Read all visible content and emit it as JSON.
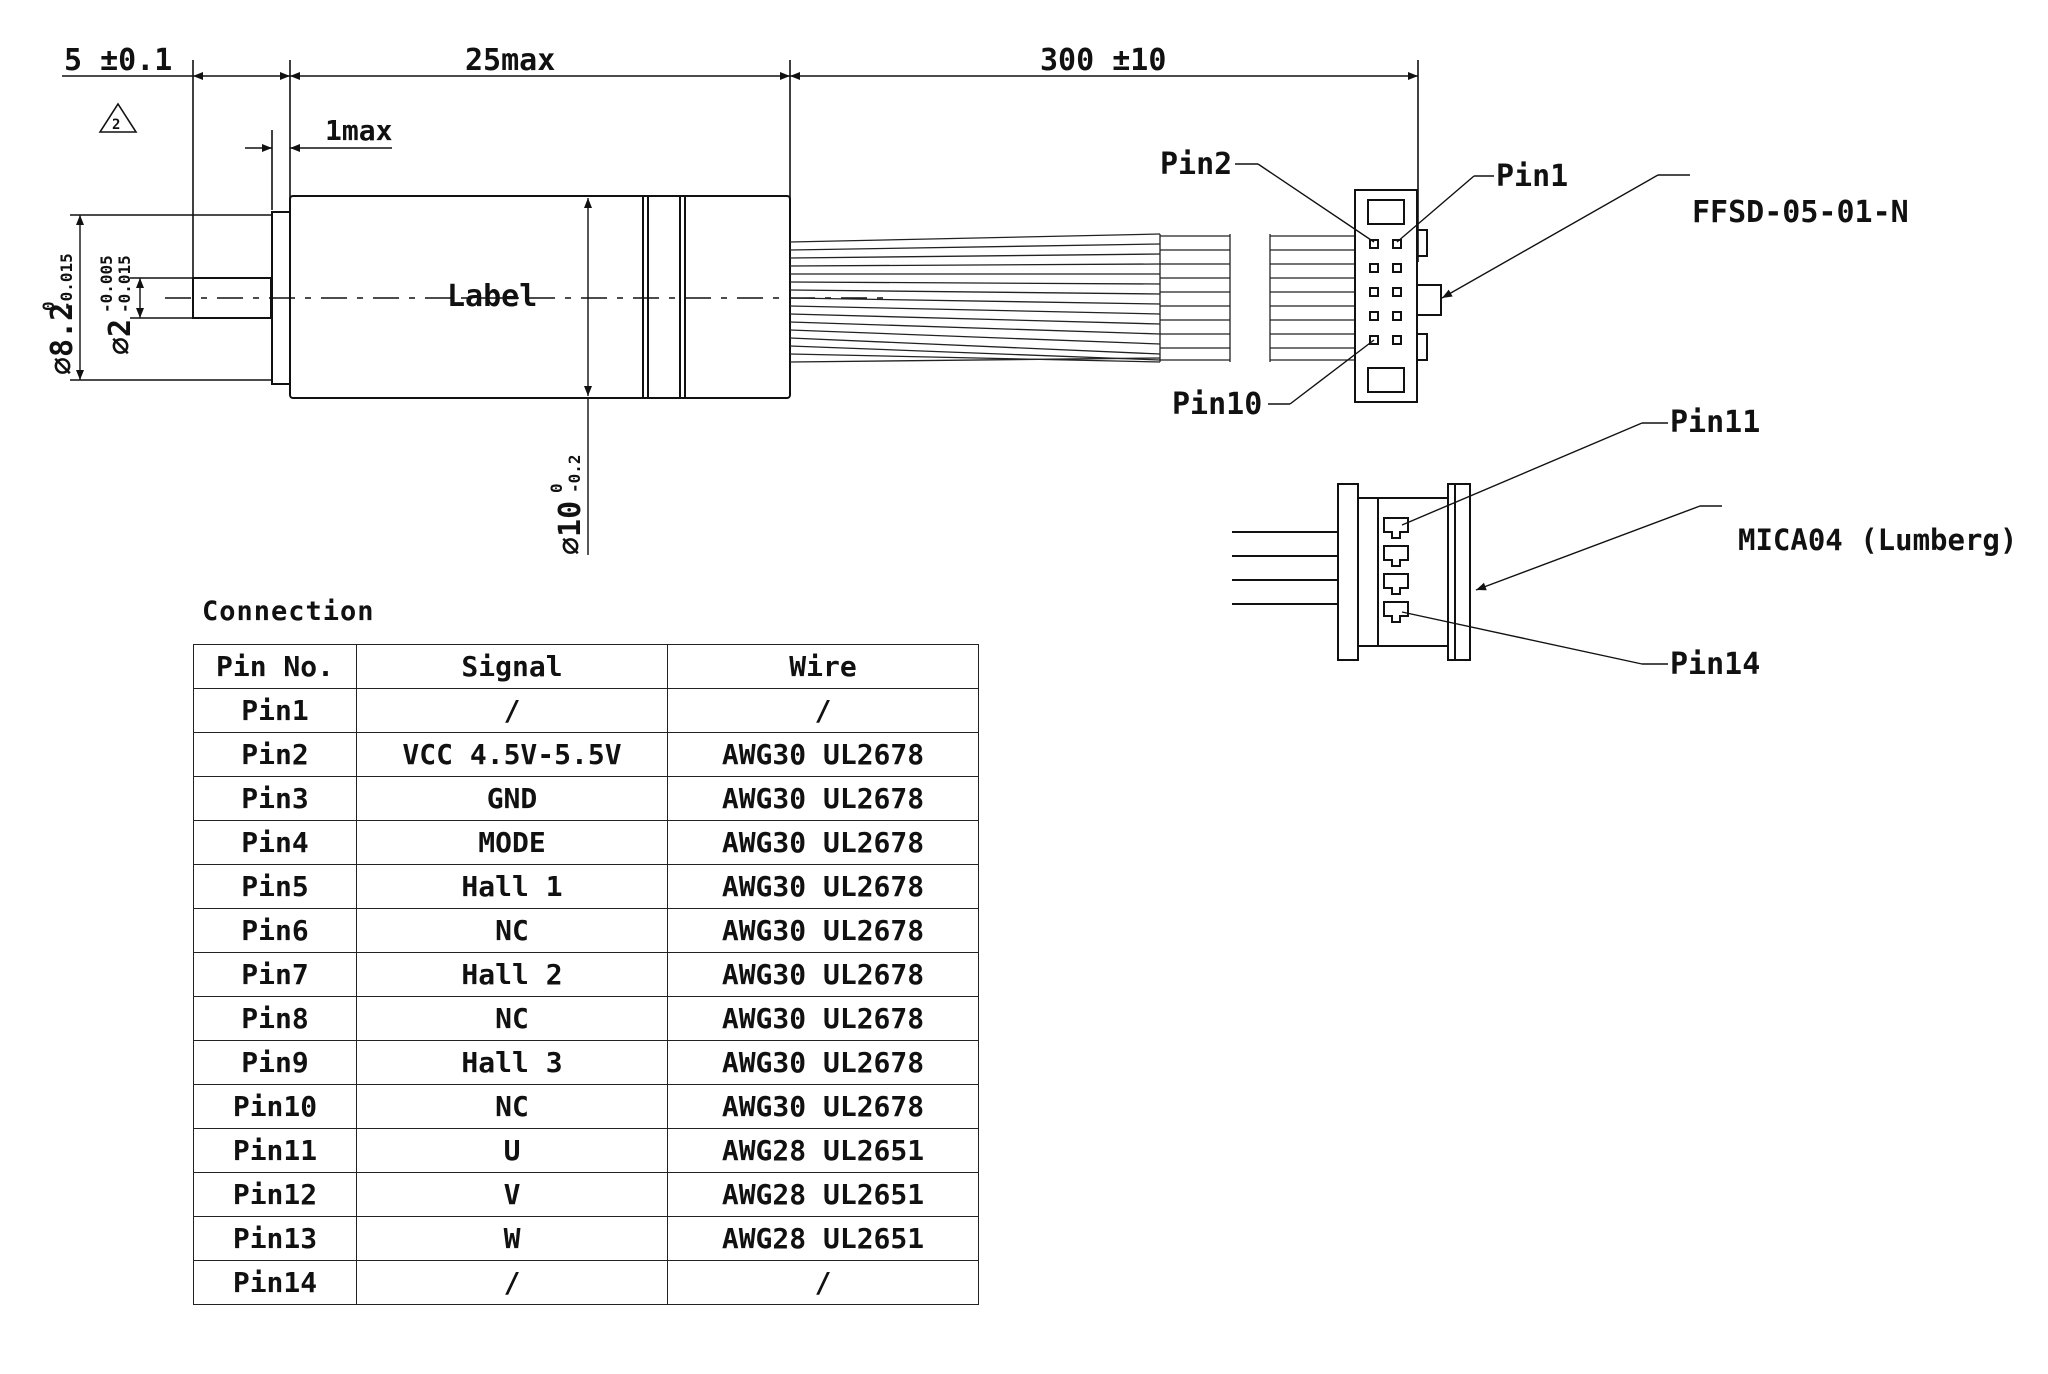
{
  "dimensions": {
    "shaft_length": "5 ±0.1",
    "body_length": "25max",
    "cable_length": "300 ±10",
    "flange": "1max",
    "note_mark": "2",
    "dia_body": "∅8.2",
    "dia_body_tol": "0 / -0.015",
    "dia_shaft": "∅2",
    "dia_shaft_tol": "-0.005 / -0.015",
    "dia_outer": "∅10",
    "dia_outer_tol": "0 / -0.2"
  },
  "motor": {
    "label": "Label"
  },
  "connector_a": {
    "part": "FFSD-05-01-N",
    "pins": {
      "pin1": "Pin1",
      "pin2": "Pin2",
      "pin10": "Pin10"
    }
  },
  "connector_b": {
    "part": "MICA04 (Lumberg)",
    "pins": {
      "pin11": "Pin11",
      "pin14": "Pin14"
    }
  },
  "connection": {
    "title": "Connection",
    "headers": [
      "Pin No.",
      "Signal",
      "Wire"
    ],
    "rows": [
      [
        "Pin1",
        "/",
        "/"
      ],
      [
        "Pin2",
        "VCC 4.5V-5.5V",
        "AWG30 UL2678"
      ],
      [
        "Pin3",
        "GND",
        "AWG30 UL2678"
      ],
      [
        "Pin4",
        "MODE",
        "AWG30 UL2678"
      ],
      [
        "Pin5",
        "Hall 1",
        "AWG30 UL2678"
      ],
      [
        "Pin6",
        "NC",
        "AWG30 UL2678"
      ],
      [
        "Pin7",
        "Hall 2",
        "AWG30 UL2678"
      ],
      [
        "Pin8",
        "NC",
        "AWG30 UL2678"
      ],
      [
        "Pin9",
        "Hall 3",
        "AWG30 UL2678"
      ],
      [
        "Pin10",
        "NC",
        "AWG30 UL2678"
      ],
      [
        "Pin11",
        "U",
        "AWG28 UL2651"
      ],
      [
        "Pin12",
        "V",
        "AWG28 UL2651"
      ],
      [
        "Pin13",
        "W",
        "AWG28 UL2651"
      ],
      [
        "Pin14",
        "/",
        "/"
      ]
    ]
  }
}
